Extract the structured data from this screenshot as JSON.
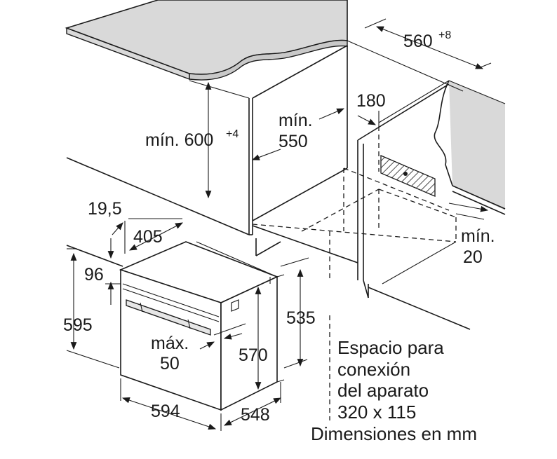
{
  "labels": {
    "w560": "560",
    "w560_sup": "+8",
    "min550_a": "mín.",
    "min550_b": "550",
    "d180": "180",
    "min600": "mín. 600",
    "min600_sup": "+4",
    "d19_5": "19,5",
    "d405": "405",
    "d96": "96",
    "d595": "595",
    "d535": "535",
    "max50_a": "máx.",
    "max50_b": "50",
    "d570": "570",
    "d594": "594",
    "d548": "548",
    "min20_a": "mín.",
    "min20_b": "20"
  },
  "note": {
    "line1": "Espacio para",
    "line2": "conexión",
    "line3": "del aparato",
    "line4": "320 x 115",
    "units": "Dimensiones en mm"
  }
}
